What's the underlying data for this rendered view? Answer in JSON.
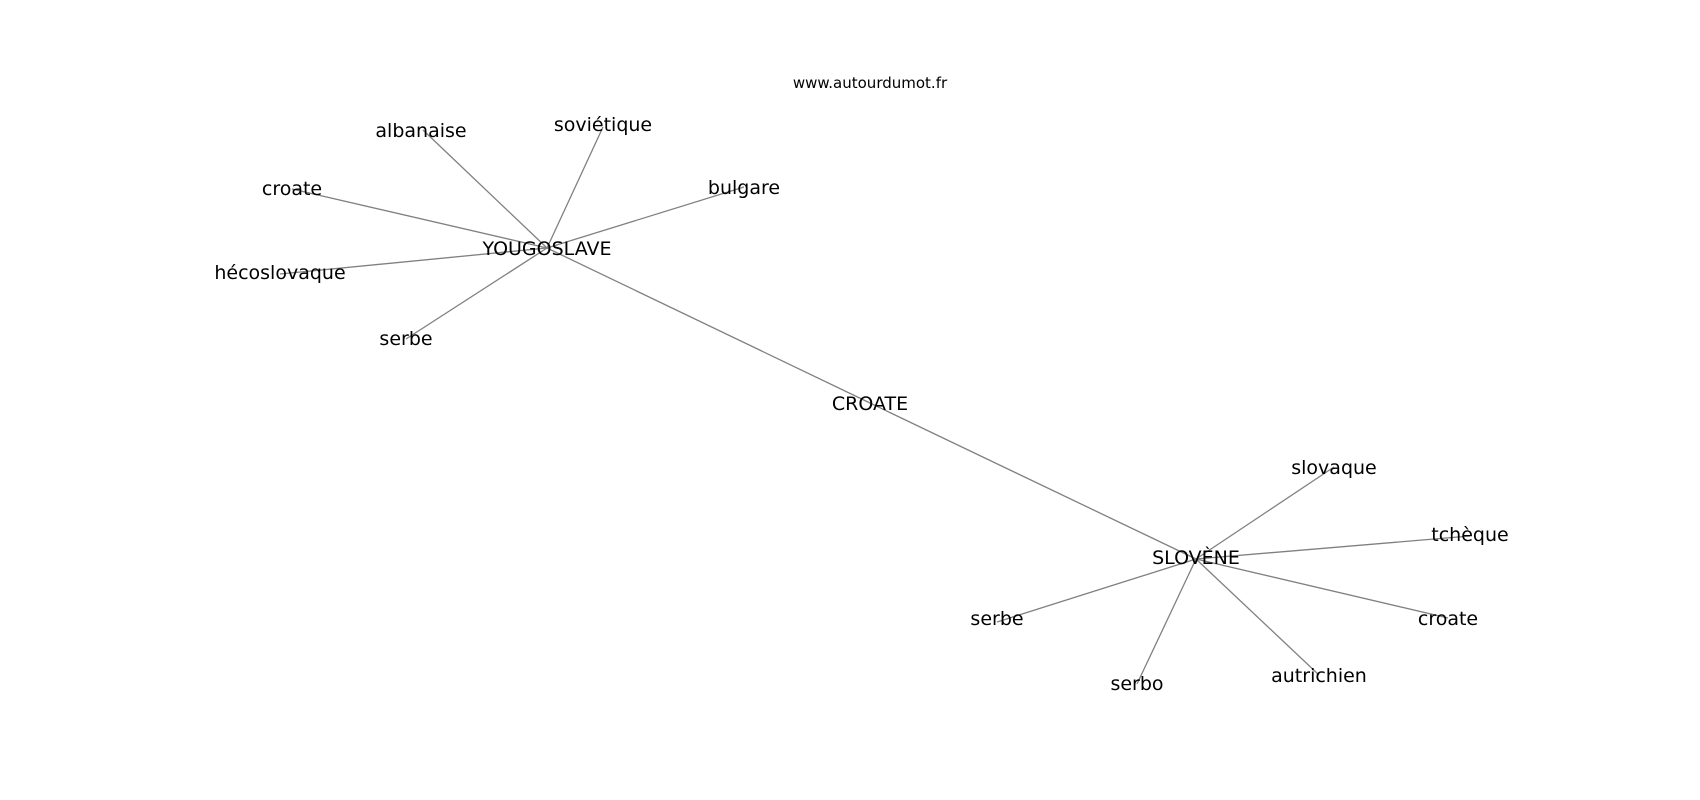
{
  "watermark": "www.autourdumot.fr",
  "center": "CROATE",
  "hubs": [
    {
      "id": "yougoslave",
      "label": "YOUGOSLAVE",
      "neighbors": [
        "albanaise",
        "soviétique",
        "bulgare",
        "croate",
        "hécoslovaque",
        "serbe"
      ]
    },
    {
      "id": "slovene",
      "label": "SLOVÈNE",
      "neighbors": [
        "slovaque",
        "tchèque",
        "croate",
        "autrichien",
        "serbo",
        "serbe"
      ]
    }
  ]
}
